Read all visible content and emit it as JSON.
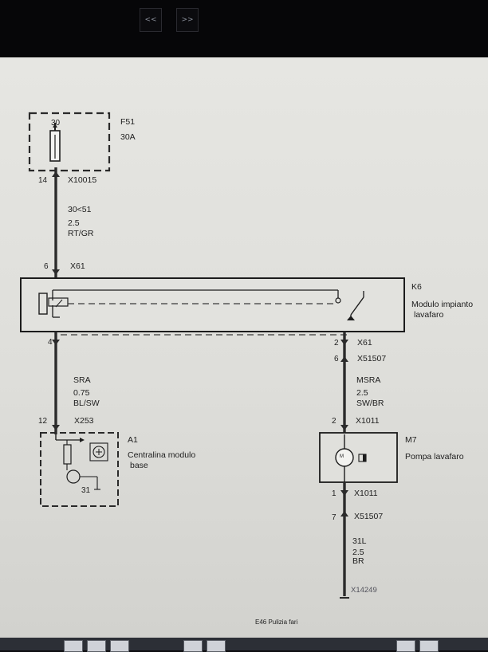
{
  "nav": {
    "prev_label": "<<",
    "next_label": ">>"
  },
  "fuse": {
    "pin_top": "30",
    "name": "F51",
    "rating": "30A"
  },
  "wire1": {
    "pin_bottom": "14",
    "connector": "X10015",
    "circuit": "30<51",
    "gauge": "2.5",
    "color": "RT/GR",
    "pin_end": "6",
    "connector_end": "X61"
  },
  "relay": {
    "name": "K6",
    "desc_line1": "Modulo impianto",
    "desc_line2": "lavafaro"
  },
  "wire2": {
    "pin_top": "4",
    "circuit": "SRA",
    "gauge": "0.75",
    "color": "BL/SW",
    "pin_end": "12",
    "connector_end": "X253"
  },
  "wire3": {
    "pin_top": "2",
    "connector_top": "X61",
    "pin_top2": "6",
    "connector_top2": "X51507",
    "circuit": "MSRA",
    "gauge": "2.5",
    "color": "SW/BR",
    "pin_end": "2",
    "connector_end": "X1011"
  },
  "module": {
    "name": "A1",
    "desc_line1": "Centralina modulo",
    "desc_line2": "base",
    "ground": "31"
  },
  "pump": {
    "name": "M7",
    "desc": "Pompa lavafaro",
    "motor_symbol": "M",
    "pin_bottom": "1",
    "connector_bottom": "X1011",
    "pin_bottom2": "7",
    "connector_bottom2": "X51507"
  },
  "wire4": {
    "circuit": "31L",
    "gauge": "2.5",
    "color": "BR",
    "ground_connector": "X14249"
  },
  "footer": {
    "caption": "E46 Pulizia fari"
  }
}
